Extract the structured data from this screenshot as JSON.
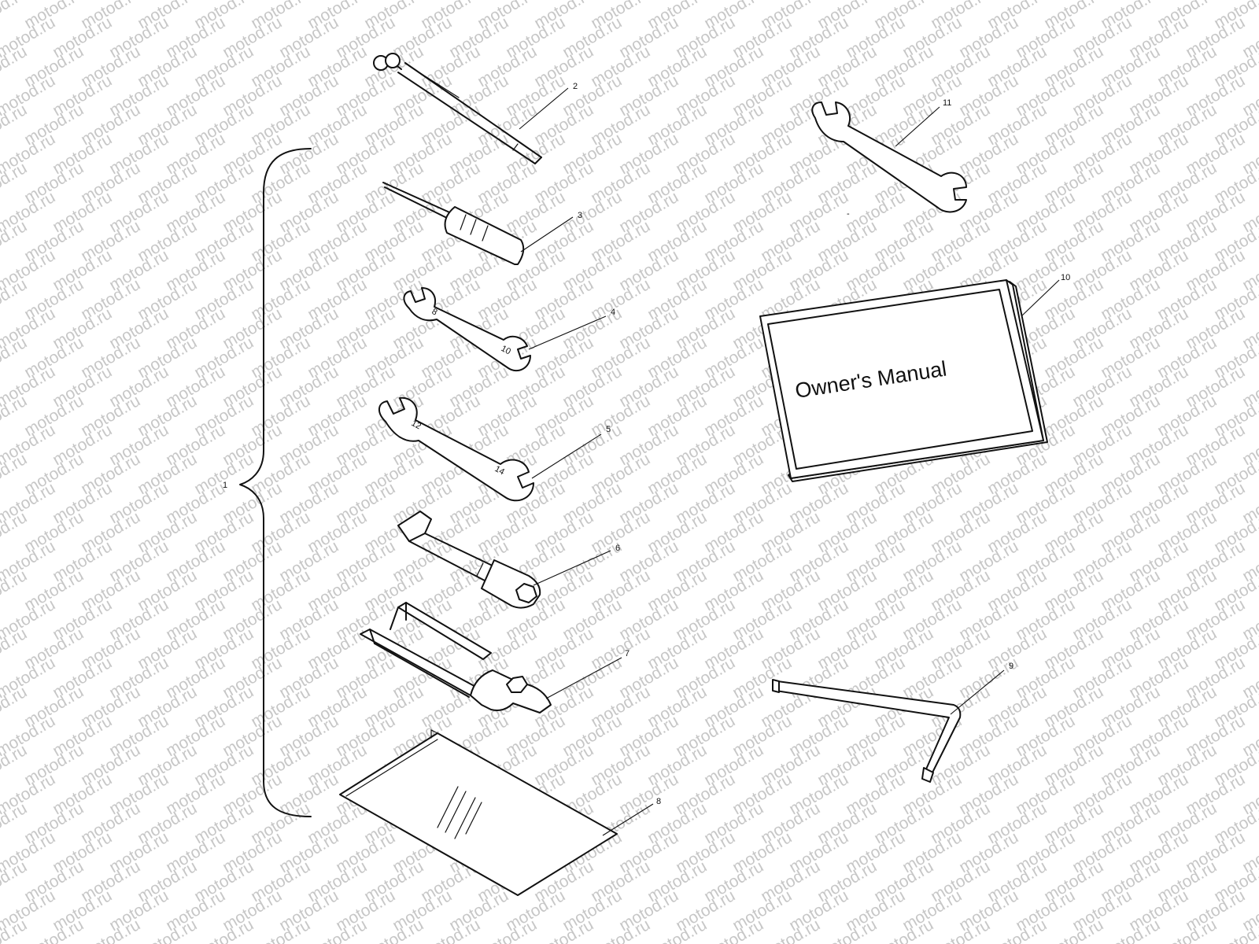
{
  "watermark": {
    "text": "motod.ru",
    "color": "#c7c7c7"
  },
  "callouts": {
    "kit": "1",
    "tire_gauge": "2",
    "screwdriver": "3",
    "wrench_small": "4",
    "wrench_medium": "5",
    "socket_tube": "6",
    "spanner_bar": "7",
    "tool_bag": "8",
    "hex_key": "9",
    "owners_manual": "10",
    "wrench_large": "11",
    "dash_mark": "-"
  },
  "wrench_markings": {
    "small_top": "8",
    "small_bottom": "10",
    "medium_top": "12",
    "medium_bottom": "14"
  },
  "manual": {
    "cover_title": "Owner's Manual"
  }
}
